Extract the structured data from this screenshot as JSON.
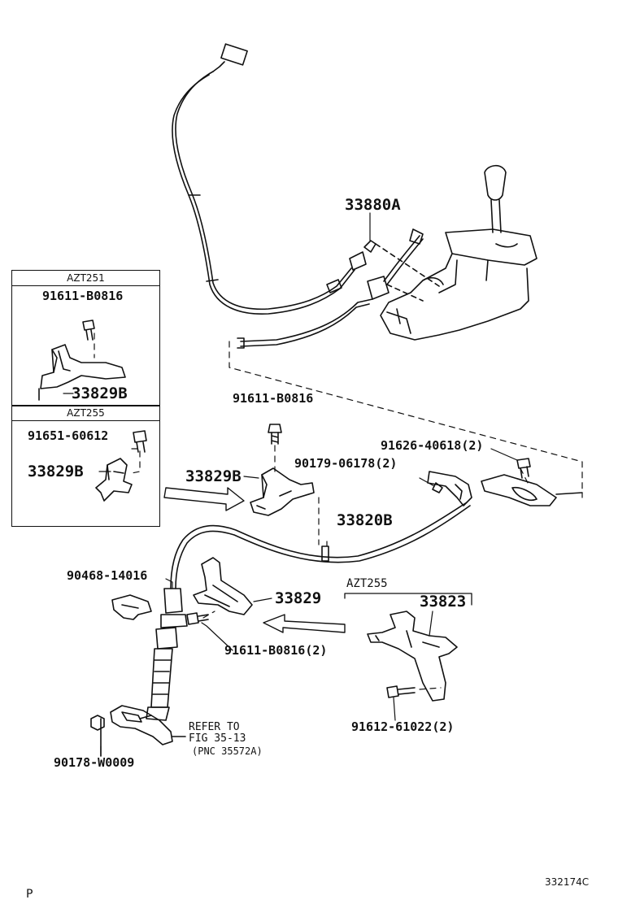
{
  "inset_boxes": [
    {
      "model": "AZT251",
      "bolt": "91611-B0816",
      "part": "33829B"
    },
    {
      "model": "AZT255",
      "bolt": "91651-60612",
      "part": "33829B"
    }
  ],
  "labels": {
    "cable_33880A": "33880A",
    "bolt_top": "91611-B0816",
    "bolt_91626": "91626-40618(2)",
    "nut_90179": "90179-06178(2)",
    "bracket_33829B": "33829B",
    "cable_33820B": "33820B",
    "clip_90468": "90468-14016",
    "bracket_33829": "33829",
    "bolt_bottom": "91611-B0816(2)",
    "azt255_group": "AZT255",
    "bracket_33823": "33823",
    "bolt_91612": "91612-61022(2)",
    "nut_90178": "90178-W0009",
    "refer_line1": "REFER TO",
    "refer_line2": "FIG 35-13",
    "refer_line3": "(PNC 35572A)"
  },
  "corner": {
    "left": "P",
    "right": "332174C"
  }
}
